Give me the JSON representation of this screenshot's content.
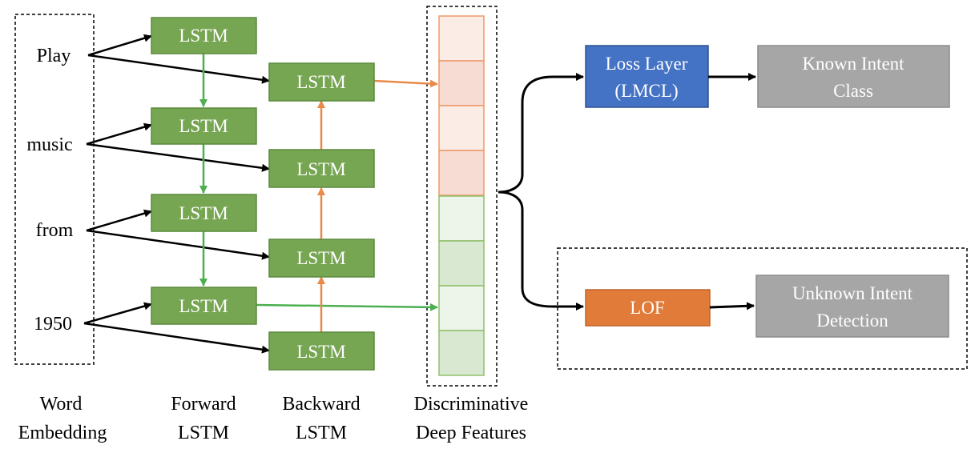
{
  "words": [
    "Play",
    "music",
    "from",
    "1950"
  ],
  "lstm_label": "LSTM",
  "captions": {
    "word_embedding": [
      "Word",
      "Embedding"
    ],
    "forward_lstm": [
      "Forward",
      "LSTM"
    ],
    "backward_lstm": [
      "Backward",
      "LSTM"
    ],
    "features": [
      "Discriminative",
      "Deep Features"
    ]
  },
  "loss_layer": [
    "Loss Layer",
    "(LMCL)"
  ],
  "known_intent": [
    "Known Intent",
    "Class"
  ],
  "lof": "LOF",
  "unknown_intent": [
    "Unknown Intent",
    "Detection"
  ],
  "colors": {
    "lstm": "#77a653",
    "lstm_border": "#5b8a3c",
    "loss_layer": "#4472c4",
    "lof": "#e07b39",
    "gray_box": "#a6a6a6",
    "forward_arrow": "#4caf50",
    "backward_arrow": "#e88a4a",
    "feature_orange_fill": "#f6dcd2",
    "feature_orange_border": "#ee9a6a",
    "feature_green_fill": "#e2eedb",
    "feature_green_border": "#8fc06a"
  }
}
